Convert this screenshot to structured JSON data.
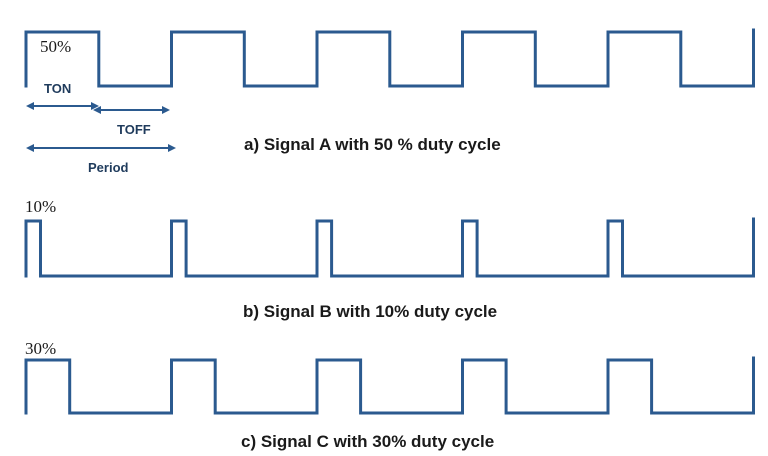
{
  "signals": [
    {
      "id": "a",
      "duty_label": "50%",
      "caption": "a) Signal A with 50 % duty cycle",
      "duty_cycle": 0.5,
      "cycles": 5
    },
    {
      "id": "b",
      "duty_label": "10%",
      "caption": "b) Signal B with 10% duty cycle",
      "duty_cycle": 0.1,
      "cycles": 5
    },
    {
      "id": "c",
      "duty_label": "30%",
      "caption": "c) Signal C with 30% duty cycle",
      "duty_cycle": 0.3,
      "cycles": 5
    }
  ],
  "timing": {
    "ton_label": "TON",
    "toff_label": "TOFF",
    "period_label": "Period"
  },
  "colors": {
    "waveform": "#2b5a8f",
    "text": "#1a1a1a"
  }
}
